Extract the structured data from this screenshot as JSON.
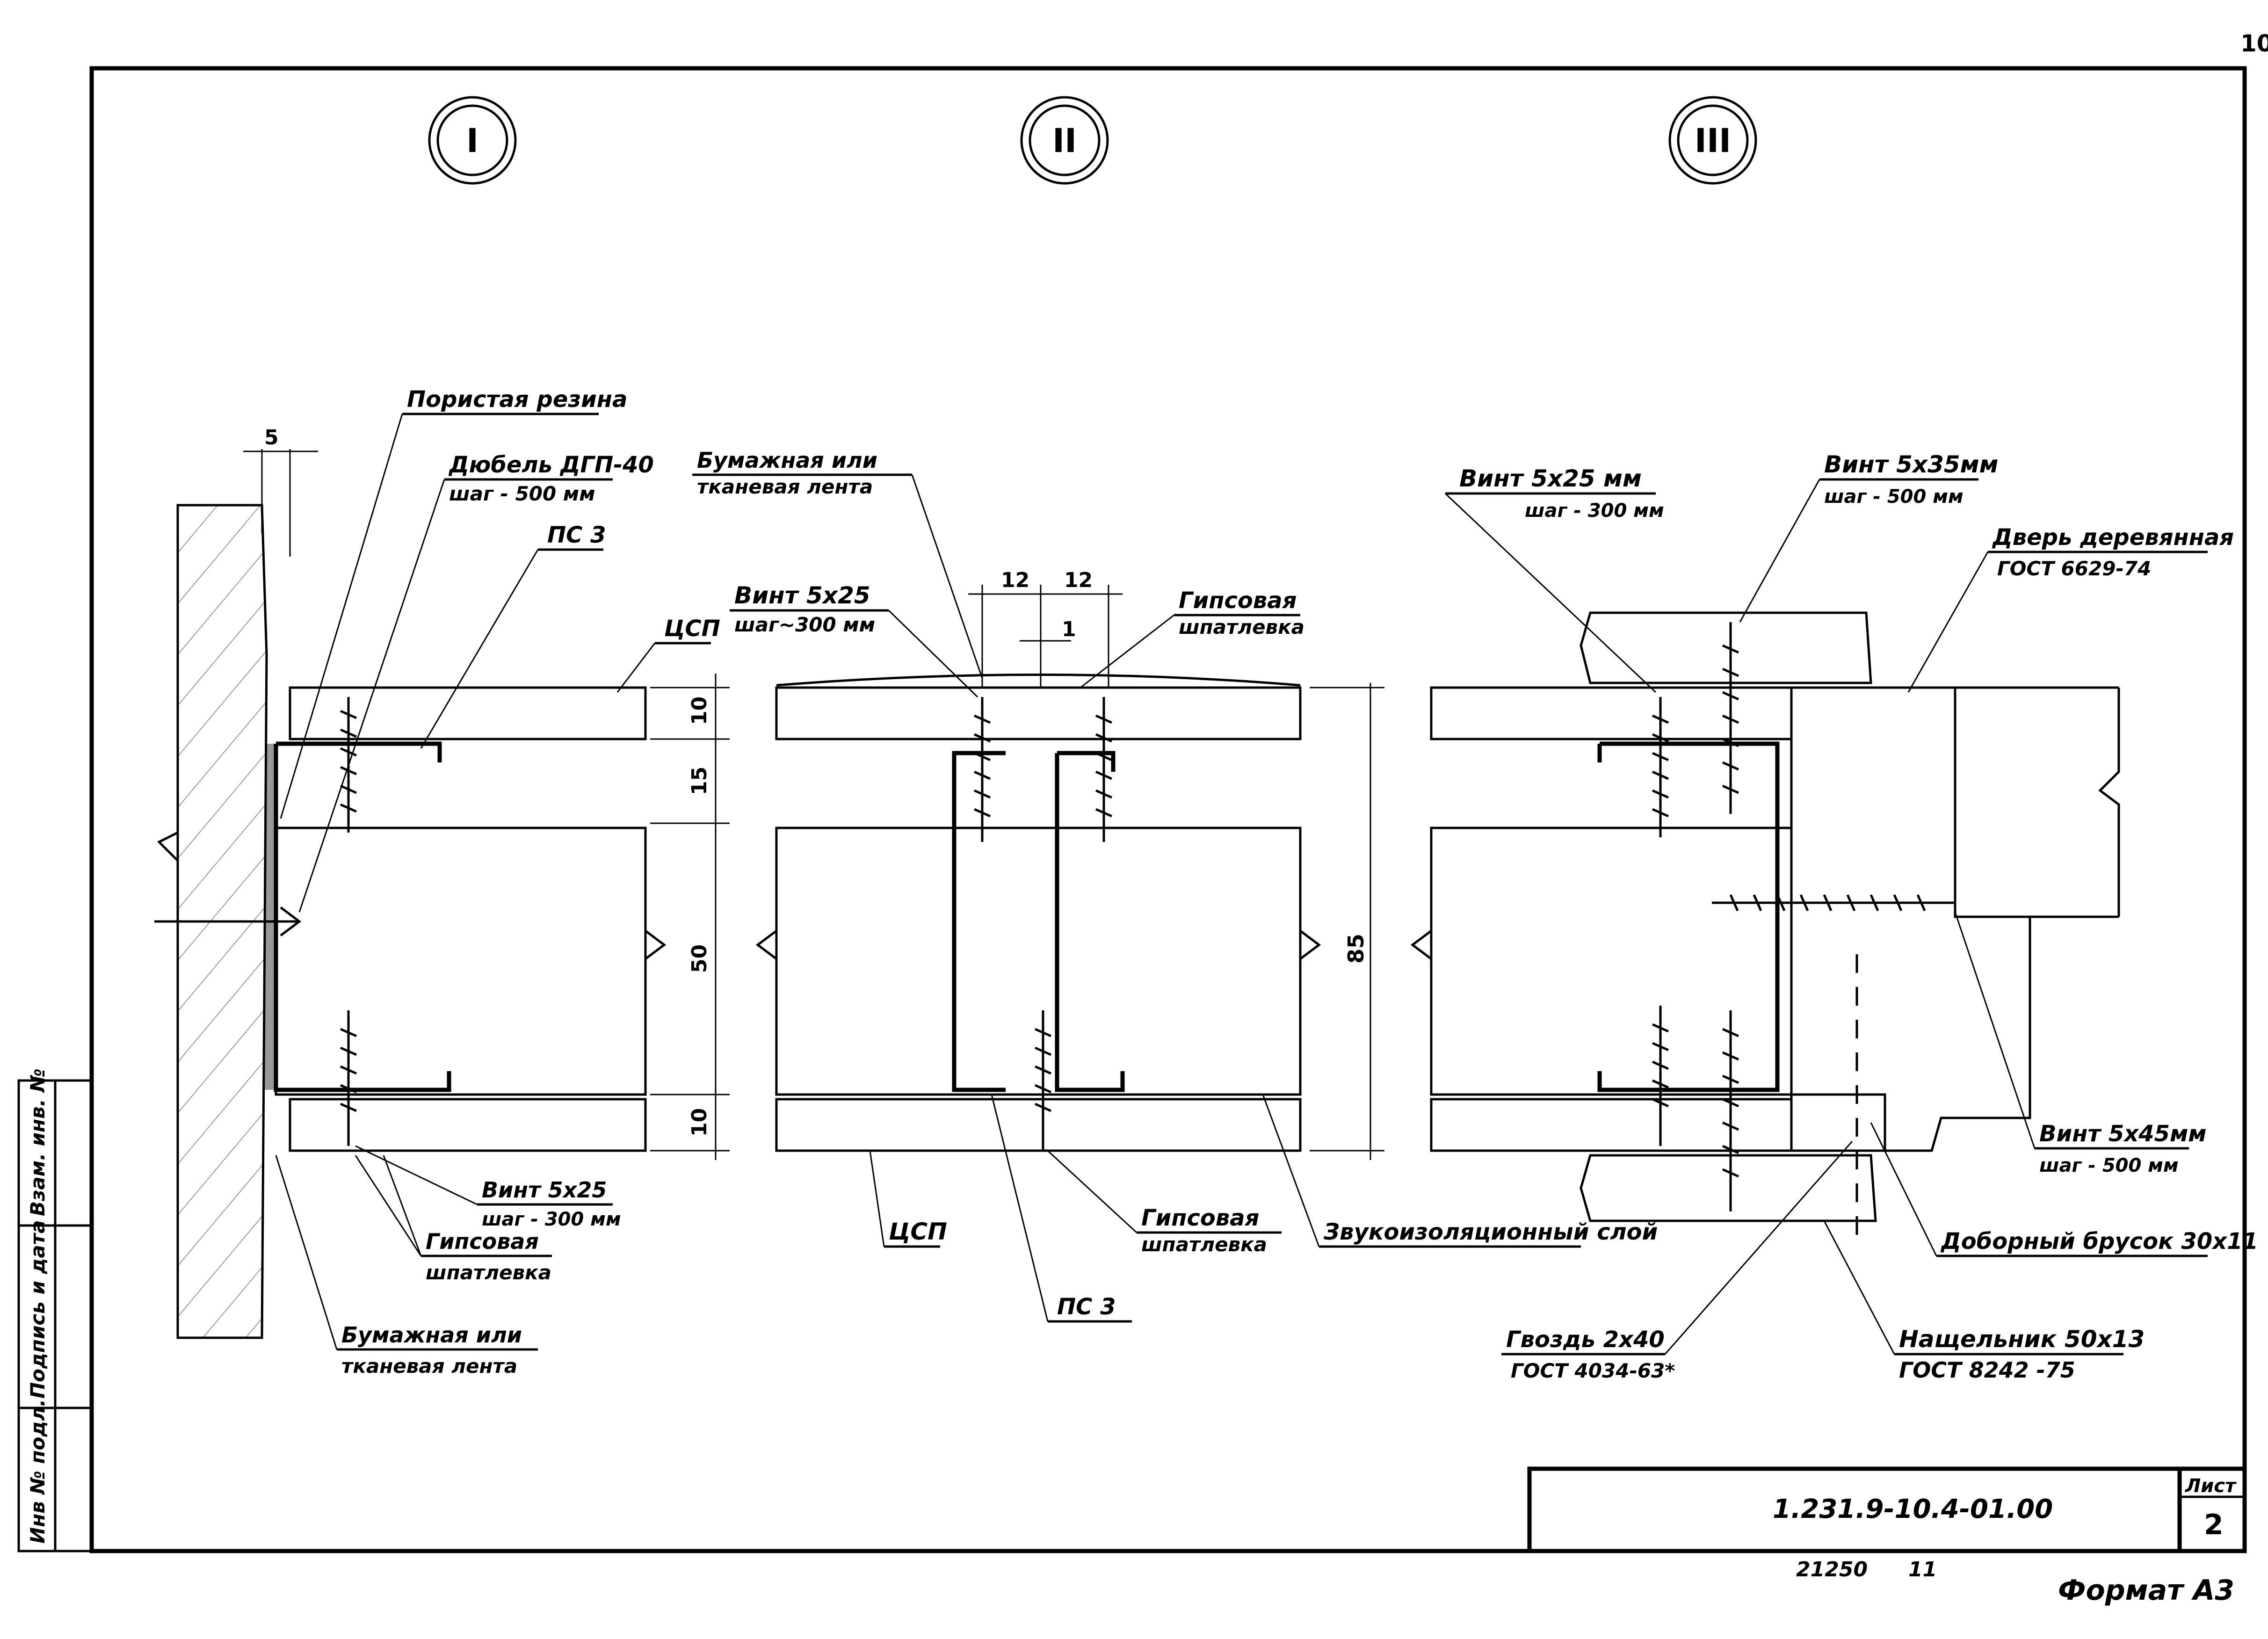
{
  "sheet": {
    "page_number": "10",
    "designation": "1.231.9-10.4-01.00",
    "sheet_label": "Лист",
    "sheet_number": "2",
    "format": "Формат А3",
    "archive_number": "21250",
    "archive_suffix": "11",
    "side_stamp": [
      "Инв № подл.",
      "Подпись и дата",
      "Взам. инв. №"
    ]
  },
  "details": [
    {
      "id": "I",
      "label": "I"
    },
    {
      "id": "II",
      "label": "II"
    },
    {
      "id": "III",
      "label": "III"
    }
  ],
  "detail1": {
    "porous_rubber": "Пористая резина",
    "dowel": "Дюбель ДГП-40",
    "dowel_step": "шаг - 500 мм",
    "psz": "ПС 3",
    "tsp": "ЦСП",
    "gap_5": "5",
    "screw": "Винт 5х25",
    "screw_step": "шаг - 300 мм",
    "gypsum_1": "Гипсовая",
    "gypsum_2": "шпатлевка",
    "tape_1": "Бумажная или",
    "tape_2": "тканевая лента"
  },
  "detail2": {
    "tape_1": "Бумажная или",
    "tape_2": "тканевая лента",
    "screw": "Винт 5х25",
    "screw_step": "шаг~300 мм",
    "gypsum_top_1": "Гипсовая",
    "gypsum_top_2": "шпатлевка",
    "dim_12a": "12",
    "dim_12b": "12",
    "dim_1": "1",
    "dim_10_top": "10",
    "dim_15": "15",
    "dim_50": "50",
    "dim_10_bottom": "10",
    "dim_85": "85",
    "tsp": "ЦСП",
    "gypsum_bottom_1": "Гипсовая",
    "gypsum_bottom_2": "шпатлевка",
    "psz": "ПС 3",
    "sound_layer": "Звукоизоляционный слой"
  },
  "detail3": {
    "screw_525": "Винт 5х25 мм",
    "screw_525_step": "шаг - 300 мм",
    "screw_535": "Винт 5х35мм",
    "screw_535_step": "шаг - 500 мм",
    "door_1": "Дверь деревянная",
    "door_2": "ГОСТ 6629-74",
    "screw_545": "Винт 5х45мм",
    "screw_545_step": "шаг - 500 мм",
    "extra_bar": "Доборный брусок 30х11",
    "nail_1": "Гвоздь 2х40",
    "nail_2": "ГОСТ 4034-63*",
    "trim_1": "Нащельник 50х13",
    "trim_2": "ГОСТ 8242 -75"
  }
}
